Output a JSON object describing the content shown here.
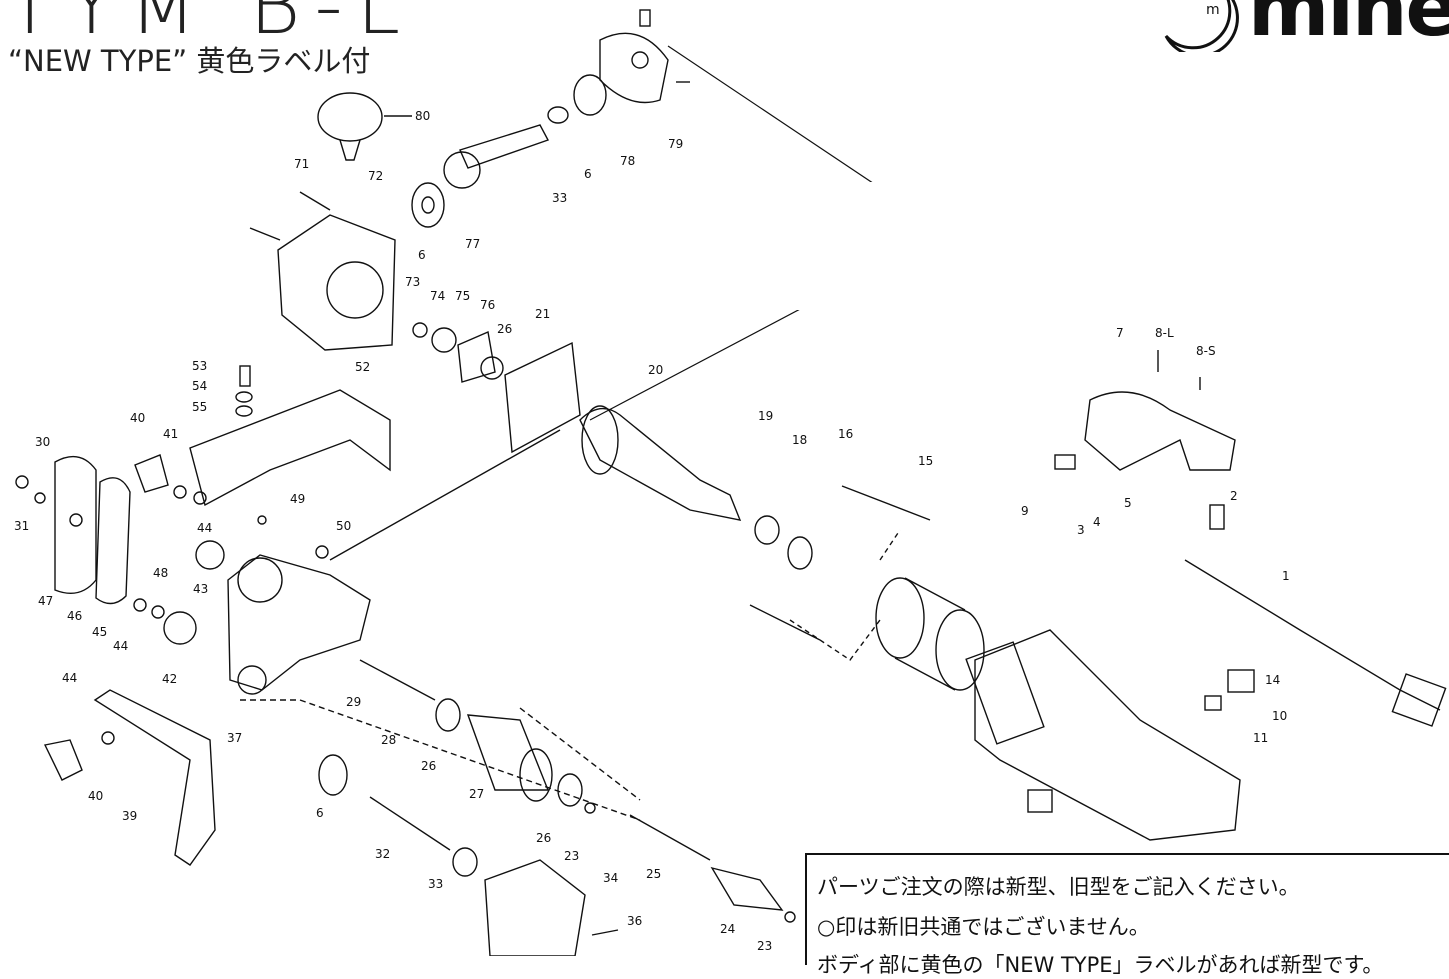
{
  "header": {
    "model_title": "TYM B-L",
    "subtitle": "“NEW TYPE” 黄色ラベル付"
  },
  "logo": {
    "icon": "moon-m-icon",
    "text": "mine"
  },
  "part_labels": [
    "80",
    "71",
    "72",
    "6",
    "77",
    "33",
    "6",
    "78",
    "79",
    "73",
    "74",
    "75",
    "76",
    "26",
    "21",
    "53",
    "54",
    "55",
    "52",
    "20",
    "19",
    "18",
    "16",
    "15",
    "9",
    "7",
    "8-L",
    "8-S",
    "2",
    "5",
    "3",
    "4",
    "1",
    "14",
    "10",
    "11",
    "40",
    "41",
    "30",
    "31",
    "44",
    "47",
    "46",
    "48",
    "43",
    "45",
    "44",
    "42",
    "49",
    "50",
    "37",
    "29",
    "28",
    "26",
    "27",
    "26",
    "23",
    "25",
    "24",
    "23",
    "34",
    "36",
    "33",
    "32",
    "6",
    "44",
    "40",
    "39"
  ],
  "notes": {
    "line1": "パーツご注文の際は新型、旧型をご記入ください。",
    "line2": "○印は新旧共通ではございません。",
    "line3": "ボディ部に黄色の「NEW TYPE」ラベルがあれば新型です。"
  },
  "colors": {
    "ink": "#111111",
    "background": "#ffffff"
  }
}
